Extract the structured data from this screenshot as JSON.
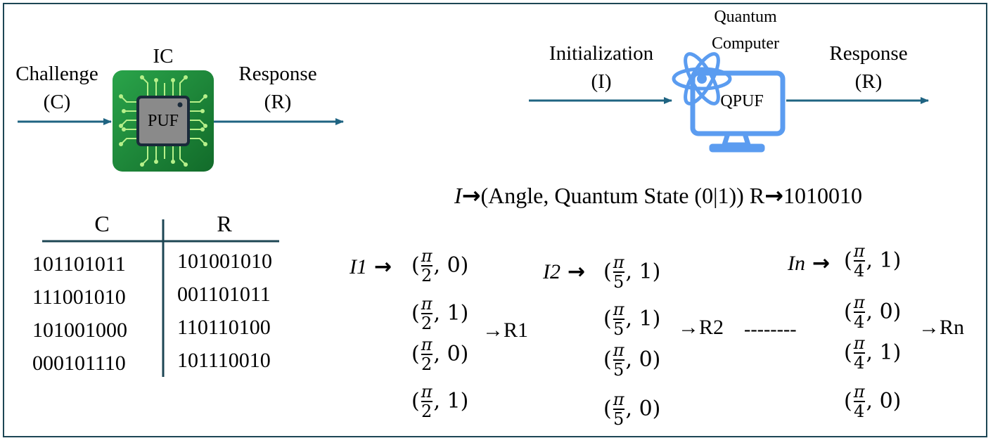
{
  "classical": {
    "challenge_label": "Challenge",
    "challenge_sub": "(C)",
    "ic_label": "IC",
    "puf_label": "PUF",
    "response_label": "Response",
    "response_sub": "(R)"
  },
  "quantum": {
    "init_label": "Initialization",
    "init_sub": "(I)",
    "computer_label_1": "Quantum",
    "computer_label_2": "Computer",
    "qpuf_label": "QPUF",
    "response_label": "Response",
    "response_sub": "(R)"
  },
  "formula": {
    "i": "I",
    "arrow": "→",
    "body": "(Angle, Quantum State (0|1)) R",
    "arrow2": "→",
    "bits": "1010010"
  },
  "table": {
    "headers": [
      "C",
      "R"
    ],
    "rows": [
      [
        "101101011",
        "101001010"
      ],
      [
        "111001010",
        "001101011"
      ],
      [
        "101001000",
        "110110100"
      ],
      [
        "000101110",
        "101110010"
      ]
    ]
  },
  "groups": [
    {
      "name": "I1",
      "arrow": "→",
      "result": "→R1",
      "pairs": [
        {
          "num": "π",
          "den": "2",
          "state": "0"
        },
        {
          "num": "π",
          "den": "2",
          "state": "1"
        },
        {
          "num": "π",
          "den": "2",
          "state": "0"
        },
        {
          "num": "π",
          "den": "2",
          "state": "1"
        }
      ]
    },
    {
      "name": "I2",
      "arrow": "→",
      "result": "→R2",
      "pairs": [
        {
          "num": "π",
          "den": "5",
          "state": "1"
        },
        {
          "num": "π",
          "den": "5",
          "state": "1"
        },
        {
          "num": "π",
          "den": "5",
          "state": "0"
        },
        {
          "num": "π",
          "den": "5",
          "state": "0"
        }
      ]
    },
    {
      "name": "In",
      "arrow": "→",
      "result": "→Rn",
      "pairs": [
        {
          "num": "π",
          "den": "4",
          "state": "1"
        },
        {
          "num": "π",
          "den": "4",
          "state": "0"
        },
        {
          "num": "π",
          "den": "4",
          "state": "1"
        },
        {
          "num": "π",
          "den": "4",
          "state": "0"
        }
      ]
    }
  ],
  "dashes": "--------",
  "colors": {
    "arrow": "#1f6482",
    "frame": "#1d4654",
    "chip_green": "#1e8a3c",
    "chip_core": "#8a8a8a",
    "quantum_blue": "#5b9cf0"
  }
}
